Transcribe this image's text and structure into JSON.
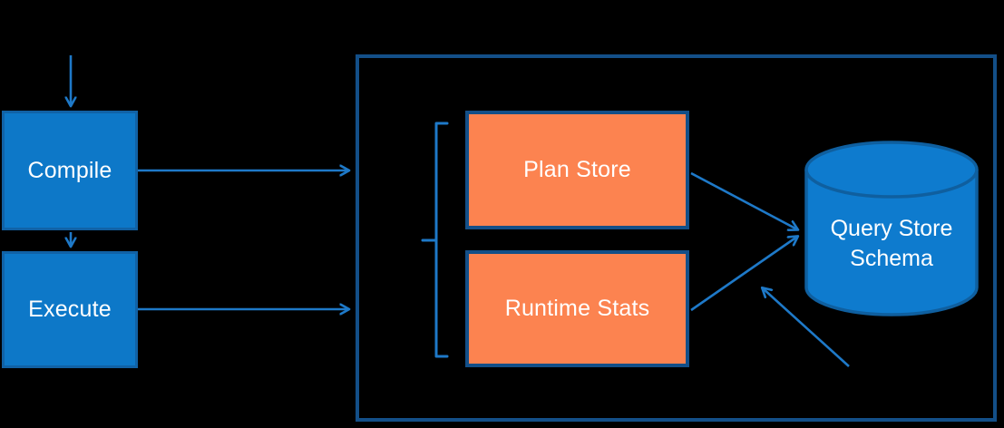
{
  "nodes": {
    "compile": {
      "label": "Compile"
    },
    "execute": {
      "label": "Execute"
    },
    "plan_store": {
      "label": "Plan Store"
    },
    "runtime_stats": {
      "label": "Runtime Stats"
    },
    "query_store_schema": {
      "label": "Query Store Schema"
    }
  },
  "colors": {
    "background": "#000000",
    "node_blue_fill": "#0d78c8",
    "node_blue_border": "#1162a6",
    "node_orange_fill": "#fc8350",
    "dark_blue_border": "#134f88",
    "cylinder_fill": "#0e7bce",
    "cylinder_border": "#0f5f9f",
    "connector_blue": "#1e79c8",
    "text": "#ffffff"
  },
  "diagram": {
    "type": "flow",
    "edges": [
      {
        "from": "top",
        "to": "compile",
        "shape": "vertical-arrow"
      },
      {
        "from": "compile",
        "to": "execute",
        "shape": "vertical-arrow"
      },
      {
        "from": "compile",
        "to": "container",
        "shape": "horizontal-arrow"
      },
      {
        "from": "execute",
        "to": "container",
        "shape": "horizontal-arrow"
      },
      {
        "from": "plan_store",
        "to": "query_store_schema",
        "shape": "diagonal-arrow"
      },
      {
        "from": "runtime_stats",
        "to": "query_store_schema",
        "shape": "diagonal-arrow"
      },
      {
        "from": "lower-right",
        "to": "query_store_schema",
        "shape": "diagonal-arrow"
      }
    ],
    "groups": [
      {
        "shape": "left-bracket",
        "contains": [
          "plan_store",
          "runtime_stats"
        ]
      }
    ]
  }
}
